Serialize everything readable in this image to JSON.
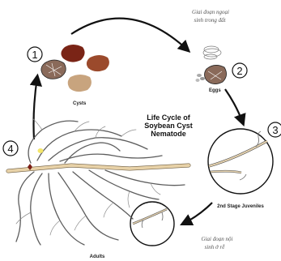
{
  "labels": {
    "cysts": "Cysts",
    "eggs": "Eggs",
    "juveniles": "2nd Stage Juveniles",
    "adults": "Adults",
    "title_line1": "Life Cycle of",
    "title_line2": "Soybean Cyst",
    "title_line3": "Nematode"
  },
  "annotations": {
    "ngoai_line1": "Giai đoạn ngoại",
    "ngoai_line2": "sinh trong đất",
    "noi_line1": "Giai đoạn nội",
    "noi_line2": "sinh ở rễ"
  },
  "steps": [
    "1",
    "2",
    "3",
    "4"
  ]
}
